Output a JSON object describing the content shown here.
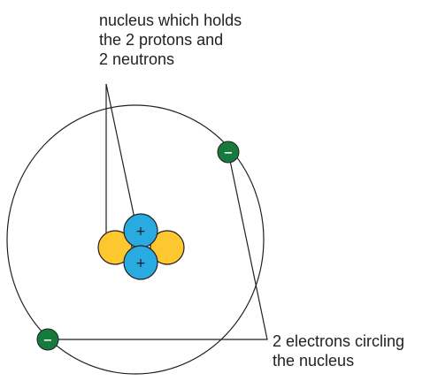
{
  "labels": {
    "nucleus": {
      "line1": "nucleus which holds",
      "line2": "the 2 protons and",
      "line3": "2 neutrons"
    },
    "electrons": {
      "line1": "2 electrons circling",
      "line2": "the nucleus"
    }
  },
  "symbols": {
    "proton_sign": "+",
    "electron_sign": "−"
  },
  "colors": {
    "proton": "#29abe2",
    "neutron": "#fdc82f",
    "electron": "#157a3b",
    "outline": "#231f20"
  }
}
